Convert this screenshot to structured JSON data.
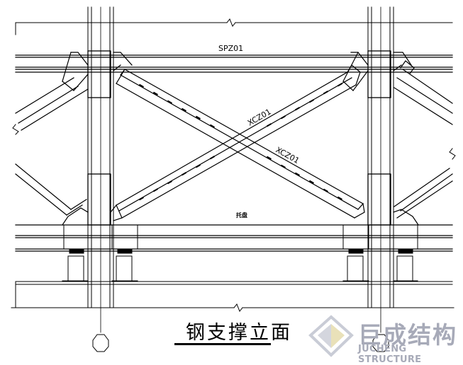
{
  "drawing": {
    "title": "钢支撑立面",
    "labels": {
      "top_beam": "SPZ01",
      "brace_1": "XCZ01",
      "brace_2": "XCZ01",
      "bracket": "托盘"
    }
  },
  "watermark": {
    "brand": "巨成结构",
    "brand_sub": "JUCHENG STRUCTURE",
    "logo_icon": "jucheng-logo-icon",
    "color": "#a7aab8"
  }
}
